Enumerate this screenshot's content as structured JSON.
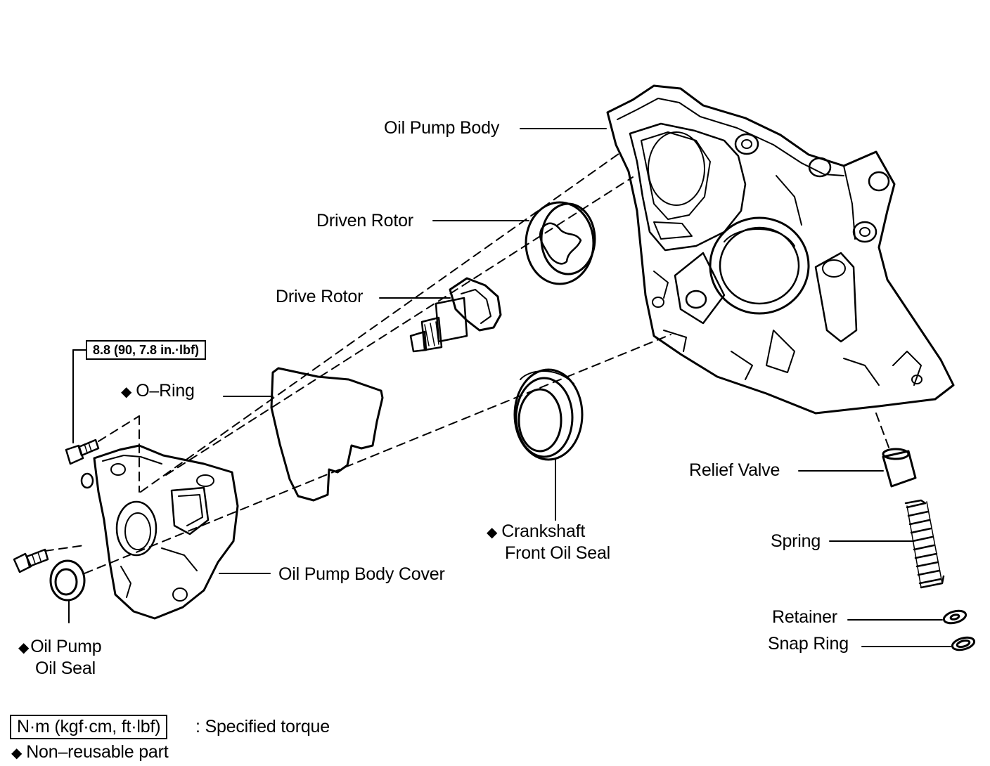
{
  "parts": {
    "oil_pump_body": "Oil Pump Body",
    "driven_rotor": "Driven Rotor",
    "drive_rotor": "Drive Rotor",
    "o_ring": "O–Ring",
    "crankshaft_seal_line1": "Crankshaft",
    "crankshaft_seal_line2": "Front Oil Seal",
    "oil_pump_body_cover": "Oil Pump Body Cover",
    "oil_pump_seal_line1": "Oil Pump",
    "oil_pump_seal_line2": "Oil Seal",
    "relief_valve": "Relief Valve",
    "spring": "Spring",
    "retainer": "Retainer",
    "snap_ring": "Snap Ring"
  },
  "torque": {
    "bolt_spec": "8.8 (90, 7.8 in.·lbf)"
  },
  "legend": {
    "torque_units": "N·m (kgf·cm, ft·lbf)",
    "torque_caption": ": Specified torque",
    "nonreusable_caption": "Non–reusable part",
    "marker": "◆"
  },
  "colors": {
    "ink": "#000000",
    "paper": "#ffffff"
  }
}
